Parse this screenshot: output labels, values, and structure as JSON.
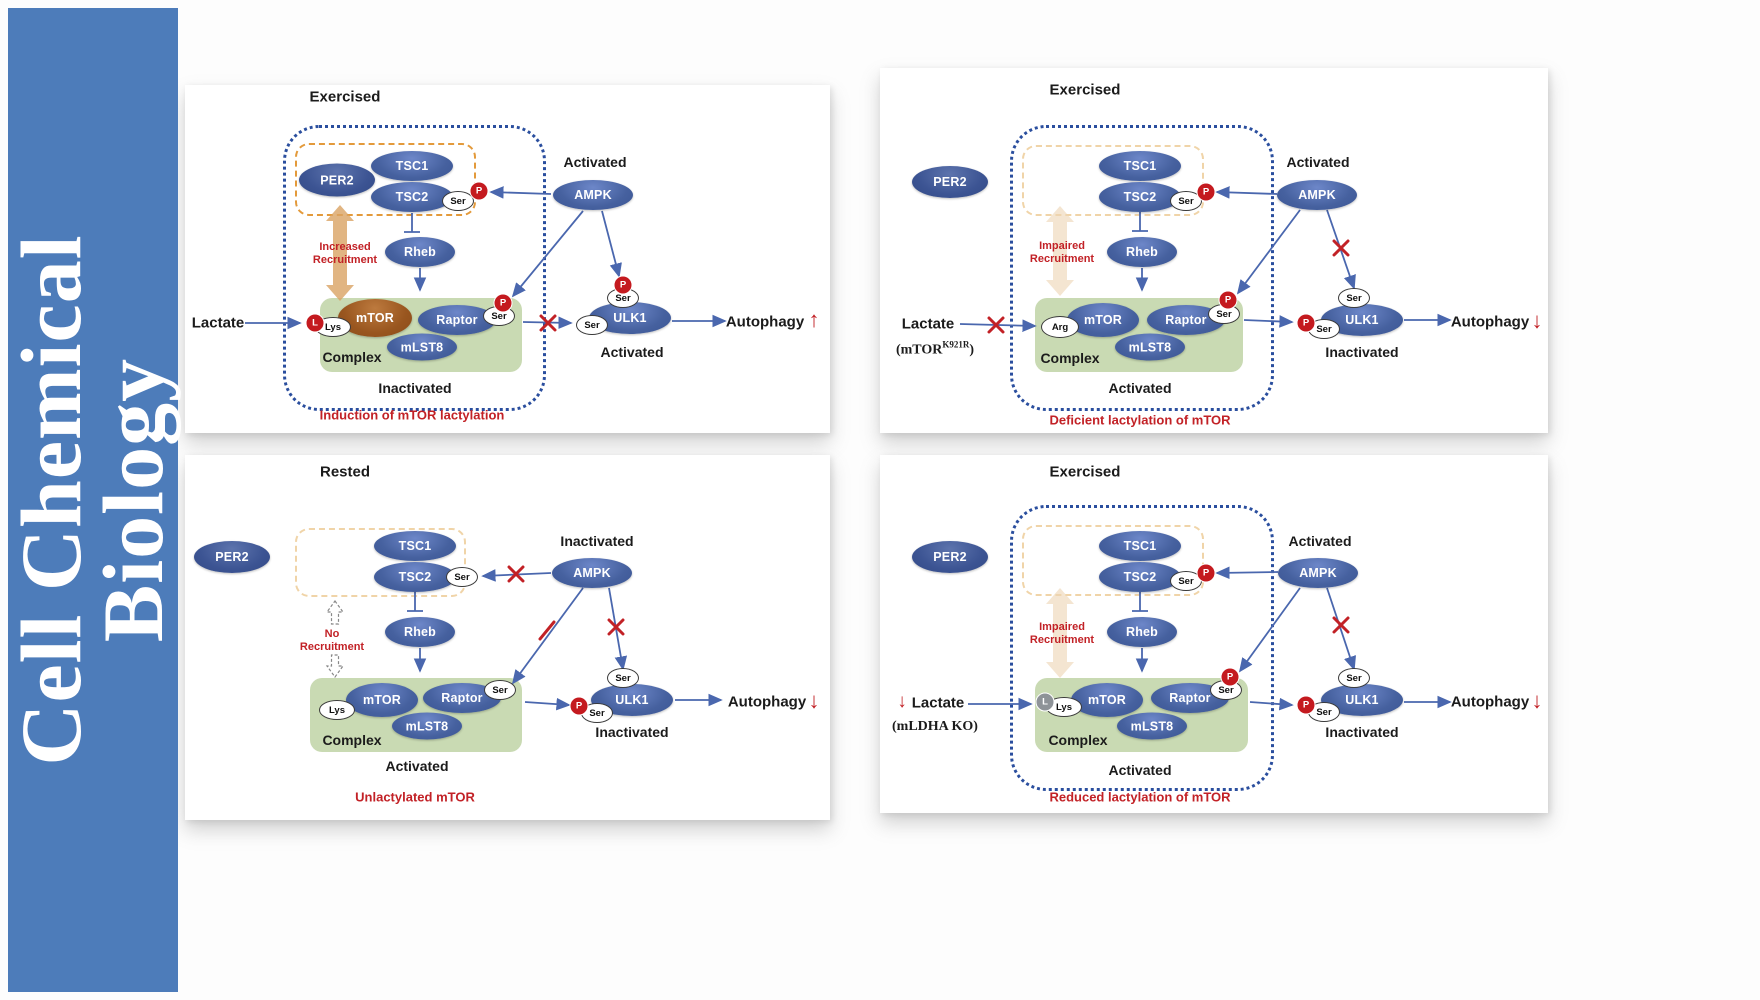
{
  "sidebar": {
    "line1": "Cell Chemical",
    "line2": "Biology"
  },
  "colors": {
    "sidebar_blue": "#4d7cba",
    "node_blue": "#46619f",
    "per2_blue": "#3c5493",
    "mtor_brown": "#99561f",
    "complex_green": "#c9dab3",
    "phospho_red": "#c41a1f",
    "accent_red": "#c22126",
    "recruitment_tan": "#d9a263",
    "boundary_blue": "#2a4e9e",
    "boundary_orange": "#e39a3b"
  },
  "panels": [
    {
      "title": "Exercised",
      "caption": "Induction of mTOR lactylation",
      "per2": "PER2",
      "tsc1": "TSC1",
      "tsc2": "TSC2",
      "rheb": "Rheb",
      "ampk": "AMPK",
      "ampk_state": "Activated",
      "mtor": "mTOR",
      "raptor": "Raptor",
      "mlst8": "mLST8",
      "complex_label": "Complex",
      "complex_state": "Inactivated",
      "ulk1": "ULK1",
      "ulk1_state": "Activated",
      "lactate": "Lactate",
      "recruitment_line1": "Increased",
      "recruitment_line2": "Recruitment",
      "ser": "Ser",
      "p": "P",
      "lys": "Lys",
      "l": "L",
      "autophagy": "Autophagy",
      "autophagy_arrow": "↑"
    },
    {
      "title": "Exercised",
      "caption": "Deficient lactylation of mTOR",
      "per2": "PER2",
      "tsc1": "TSC1",
      "tsc2": "TSC2",
      "rheb": "Rheb",
      "ampk": "AMPK",
      "ampk_state": "Activated",
      "mtor": "mTOR",
      "raptor": "Raptor",
      "mlst8": "mLST8",
      "complex_label": "Complex",
      "complex_state": "Activated",
      "ulk1": "ULK1",
      "ulk1_state": "Inactivated",
      "lactate": "Lactate",
      "mutant_prefix": "(mTOR",
      "mutant_sup": "K921R",
      "mutant_suffix": ")",
      "recruitment_line1": "Impaired",
      "recruitment_line2": "Recruitment",
      "ser": "Ser",
      "p": "P",
      "arg": "Arg",
      "autophagy": "Autophagy",
      "autophagy_arrow": "↓"
    },
    {
      "title": "Rested",
      "caption": "Unlactylated mTOR",
      "per2": "PER2",
      "tsc1": "TSC1",
      "tsc2": "TSC2",
      "rheb": "Rheb",
      "ampk": "AMPK",
      "ampk_state": "Inactivated",
      "mtor": "mTOR",
      "raptor": "Raptor",
      "mlst8": "mLST8",
      "complex_label": "Complex",
      "complex_state": "Activated",
      "ulk1": "ULK1",
      "ulk1_state": "Inactivated",
      "recruitment_line1": "No",
      "recruitment_line2": "Recruitment",
      "ser": "Ser",
      "p": "P",
      "lys": "Lys",
      "autophagy": "Autophagy",
      "autophagy_arrow": "↓"
    },
    {
      "title": "Exercised",
      "caption": "Reduced lactylation of mTOR",
      "per2": "PER2",
      "tsc1": "TSC1",
      "tsc2": "TSC2",
      "rheb": "Rheb",
      "ampk": "AMPK",
      "ampk_state": "Activated",
      "mtor": "mTOR",
      "raptor": "Raptor",
      "mlst8": "mLST8",
      "complex_label": "Complex",
      "complex_state": "Activated",
      "ulk1": "ULK1",
      "ulk1_state": "Inactivated",
      "lactate": "Lactate",
      "lactate_arrow": "↓",
      "knockout": "(mLDHA KO)",
      "recruitment_line1": "Impaired",
      "recruitment_line2": "Recruitment",
      "ser": "Ser",
      "p": "P",
      "lys": "Lys",
      "l": "L",
      "autophagy": "Autophagy",
      "autophagy_arrow": "↓"
    }
  ]
}
